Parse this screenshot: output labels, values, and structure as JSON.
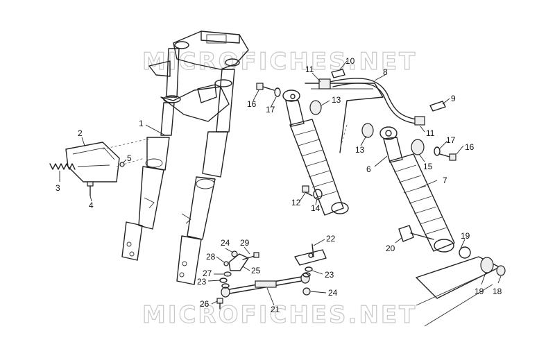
{
  "watermark": {
    "text": "MICROFICHES.NET"
  },
  "callouts": [
    {
      "id": "c1",
      "text": "1"
    },
    {
      "id": "c2",
      "text": "2"
    },
    {
      "id": "c3",
      "text": "3"
    },
    {
      "id": "c4",
      "text": "4"
    },
    {
      "id": "c5",
      "text": "5"
    },
    {
      "id": "c6",
      "text": "6"
    },
    {
      "id": "c7",
      "text": "7"
    },
    {
      "id": "c8",
      "text": "8"
    },
    {
      "id": "c9",
      "text": "9"
    },
    {
      "id": "c10",
      "text": "10"
    },
    {
      "id": "c11a",
      "text": "11"
    },
    {
      "id": "c11b",
      "text": "11"
    },
    {
      "id": "c12",
      "text": "12"
    },
    {
      "id": "c13a",
      "text": "13"
    },
    {
      "id": "c13b",
      "text": "13"
    },
    {
      "id": "c14",
      "text": "14"
    },
    {
      "id": "c15",
      "text": "15"
    },
    {
      "id": "c16a",
      "text": "16"
    },
    {
      "id": "c16b",
      "text": "16"
    },
    {
      "id": "c17a",
      "text": "17"
    },
    {
      "id": "c17b",
      "text": "17"
    },
    {
      "id": "c18",
      "text": "18"
    },
    {
      "id": "c19a",
      "text": "19"
    },
    {
      "id": "c19b",
      "text": "19"
    },
    {
      "id": "c20",
      "text": "20"
    },
    {
      "id": "c21",
      "text": "21"
    },
    {
      "id": "c22",
      "text": "22"
    },
    {
      "id": "c23a",
      "text": "23"
    },
    {
      "id": "c23b",
      "text": "23"
    },
    {
      "id": "c24a",
      "text": "24"
    },
    {
      "id": "c24b",
      "text": "24"
    },
    {
      "id": "c25",
      "text": "25"
    },
    {
      "id": "c26",
      "text": "26"
    },
    {
      "id": "c27",
      "text": "27"
    },
    {
      "id": "c28",
      "text": "28"
    },
    {
      "id": "c29",
      "text": "29"
    }
  ]
}
